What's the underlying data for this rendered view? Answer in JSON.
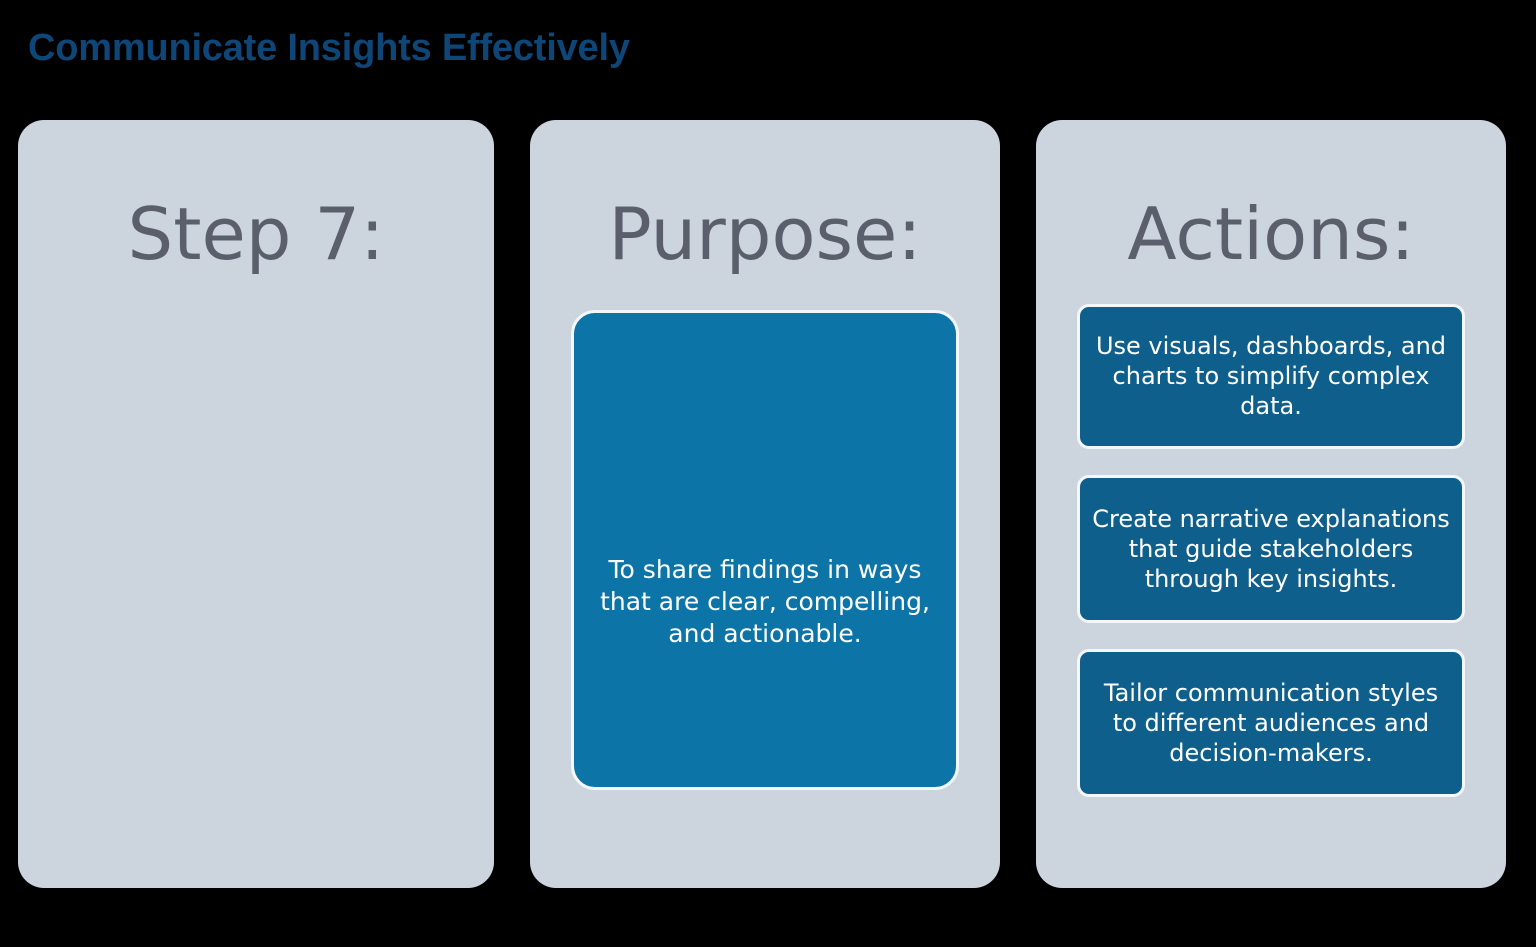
{
  "slide": {
    "title": "Communicate Insights Effectively",
    "title_color": "#0d4677",
    "background_color": "#000000",
    "card_color": "#ccd5de",
    "purpose_accent_color": "#0d74a8",
    "action_accent_color": "#0f5f8c",
    "heading_color": "#5b5f6b"
  },
  "columns": {
    "step": {
      "heading": "Step 7:"
    },
    "purpose": {
      "heading": "Purpose:",
      "body": "To share findings in ways that are clear, compelling, and actionable."
    },
    "actions": {
      "heading": "Actions:",
      "items": [
        {
          "text": "Use visuals, dashboards, and charts to simplify complex data."
        },
        {
          "text": "Create narrative explanations that guide stakeholders through key insights."
        },
        {
          "text": "Tailor communication styles to different audiences and decision-makers."
        }
      ]
    }
  }
}
